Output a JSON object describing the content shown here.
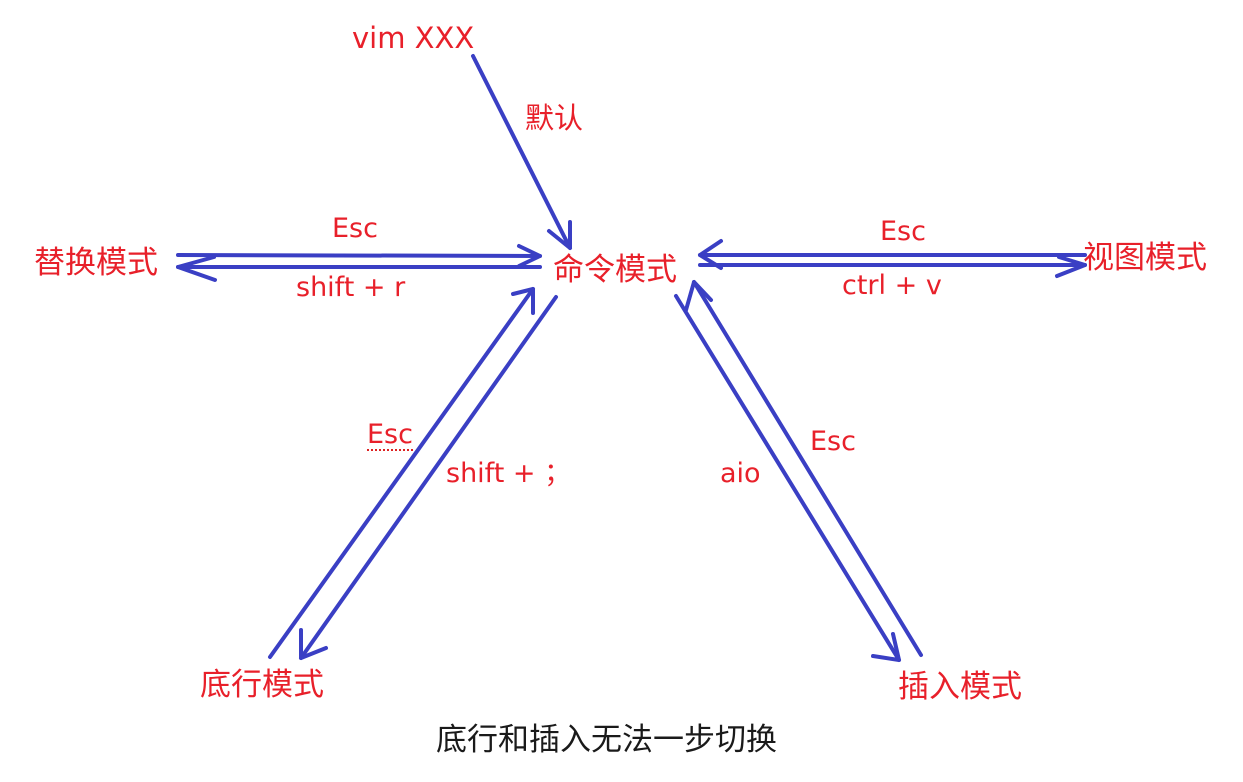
{
  "start": "vim XXX",
  "start_edge": "默认",
  "modes": {
    "command": "命令模式",
    "replace": "替换模式",
    "visual": "视图模式",
    "lastline": "底行模式",
    "insert": "插入模式"
  },
  "edges": {
    "replace_to_command": "Esc",
    "command_to_replace": "shift + r",
    "visual_to_command": "Esc",
    "command_to_visual": "ctrl + v",
    "lastline_to_command": "Esc",
    "command_to_lastline": "shift + ；",
    "command_to_insert": "aio",
    "insert_to_command": "Esc"
  },
  "caption": "底行和插入无法一步切换",
  "colors": {
    "arrow": "#3a3fc4",
    "label": "#e8202a",
    "caption": "#1a1a1a"
  }
}
